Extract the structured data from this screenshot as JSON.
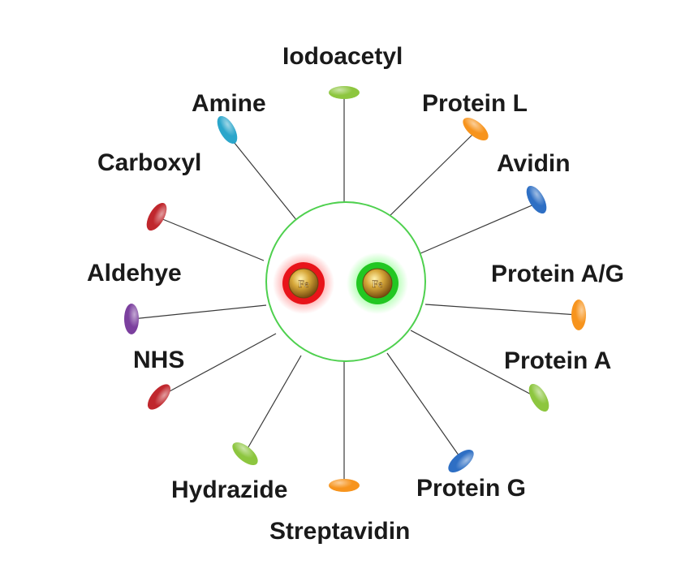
{
  "center": {
    "particle_left": {
      "label": "Fe",
      "ring_color": "#e8141a"
    },
    "particle_right": {
      "label": "Fe",
      "ring_color": "#22c722"
    },
    "shell_color": "#4ed04e"
  },
  "ligands": [
    {
      "id": "iodoacetyl",
      "label": "Iodoacetyl",
      "color": "#8dc63f"
    },
    {
      "id": "protein-l",
      "label": "Protein L",
      "color": "#f7941d"
    },
    {
      "id": "avidin",
      "label": "Avidin",
      "color": "#2e6fc4"
    },
    {
      "id": "protein-ag",
      "label": "Protein A/G",
      "color": "#f7941d"
    },
    {
      "id": "protein-a",
      "label": "Protein A",
      "color": "#8dc63f"
    },
    {
      "id": "protein-g",
      "label": "Protein G",
      "color": "#2e6fc4"
    },
    {
      "id": "streptavidin",
      "label": "Streptavidin",
      "color": "#f7941d"
    },
    {
      "id": "hydrazide",
      "label": "Hydrazide",
      "color": "#8dc63f"
    },
    {
      "id": "nhs",
      "label": "NHS",
      "color": "#c0272d"
    },
    {
      "id": "aldehye",
      "label": "Aldehye",
      "color": "#7b3f9e"
    },
    {
      "id": "carboxyl",
      "label": "Carboxyl",
      "color": "#c0272d"
    },
    {
      "id": "amine",
      "label": "Amine",
      "color": "#2ba6cb"
    }
  ]
}
